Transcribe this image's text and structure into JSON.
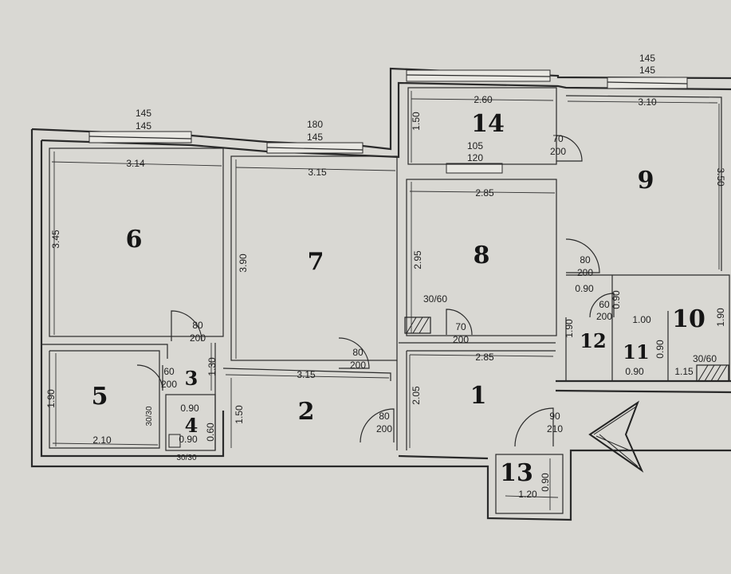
{
  "rooms": {
    "r1": "1",
    "r2": "2",
    "r3": "3",
    "r4": "4",
    "r5": "5",
    "r6": "6",
    "r7": "7",
    "r8": "8",
    "r9": "9",
    "r10": "10",
    "r11": "11",
    "r12": "12",
    "r13": "13",
    "r14": "14"
  },
  "windows": {
    "w6_top": "145",
    "w6_bot": "145",
    "w7_top": "180",
    "w7_bot": "145",
    "w8_top": "105",
    "w8_bot": "120",
    "w9_top": "145",
    "w9_bot": "145"
  },
  "doors": {
    "d6_top": "80",
    "d6_bot": "200",
    "d7_top": "80",
    "d7_bot": "200",
    "d8_top": "70",
    "d8_bot": "200",
    "d14_top": "70",
    "d14_bot": "200",
    "d9_top": "80",
    "d9_bot": "200",
    "d11_top": "60",
    "d11_bot": "200",
    "d3_top": "60",
    "d3_bot": "200",
    "d2_top": "80",
    "d2_bot": "200",
    "d1_top": "90",
    "d1_bot": "210"
  },
  "dimensions": {
    "r6_w": "3.14",
    "r6_h": "3.45",
    "r7_w": "3.15",
    "r7_h": "3.90",
    "r14_w": "2.60",
    "r14_h": "1.50",
    "r9_w": "3.10",
    "r9_h": "3.50",
    "r8_w": "2.85",
    "r8_h": "2.95",
    "r1_w": "2.85",
    "r1_h": "2.05",
    "r12_h": "1.90",
    "r10_w": "1.00",
    "r10_h": "1.90",
    "r11_w": "0.90",
    "r11_h": "0.90",
    "r11_top": "0.90",
    "r11_side": "0.90",
    "r10_b": "1.15",
    "r2_w": "3.15",
    "r2_h": "1.50",
    "r3_h": "1.30",
    "r5_w": "2.10",
    "r5_h": "1.90",
    "r4_w": "0.90",
    "r4_top": "0.90",
    "r4_h": "0.60",
    "r13_w": "1.20",
    "r13_h": "0.90",
    "shaft8": "30/60",
    "shaft10": "30/60",
    "shaft5": "30/30",
    "shaft4": "30/30"
  }
}
